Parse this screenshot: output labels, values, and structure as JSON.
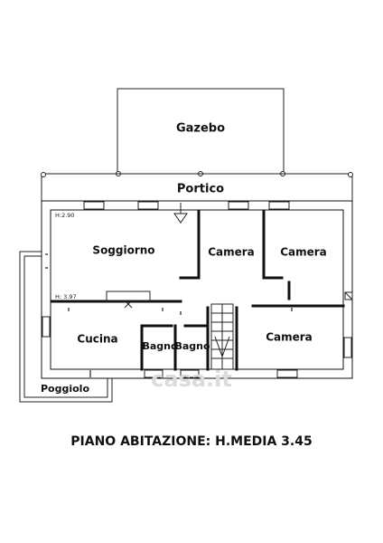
{
  "rooms": {
    "gazebo": "Gazebo",
    "portico": "Portico",
    "soggiorno": "Soggiorno",
    "camera_1": "Camera",
    "camera_2": "Camera",
    "camera_3": "Camera",
    "cucina": "Cucina",
    "bagno_1": "Bagno",
    "bagno_2": "Bagno",
    "poggiolo": "Poggiolo"
  },
  "heights": {
    "h1": "H:2.90",
    "h2": "H: 3.97"
  },
  "caption": "PIANO ABITAZIONE: H.MEDIA 3.45",
  "watermark": "casa.it"
}
